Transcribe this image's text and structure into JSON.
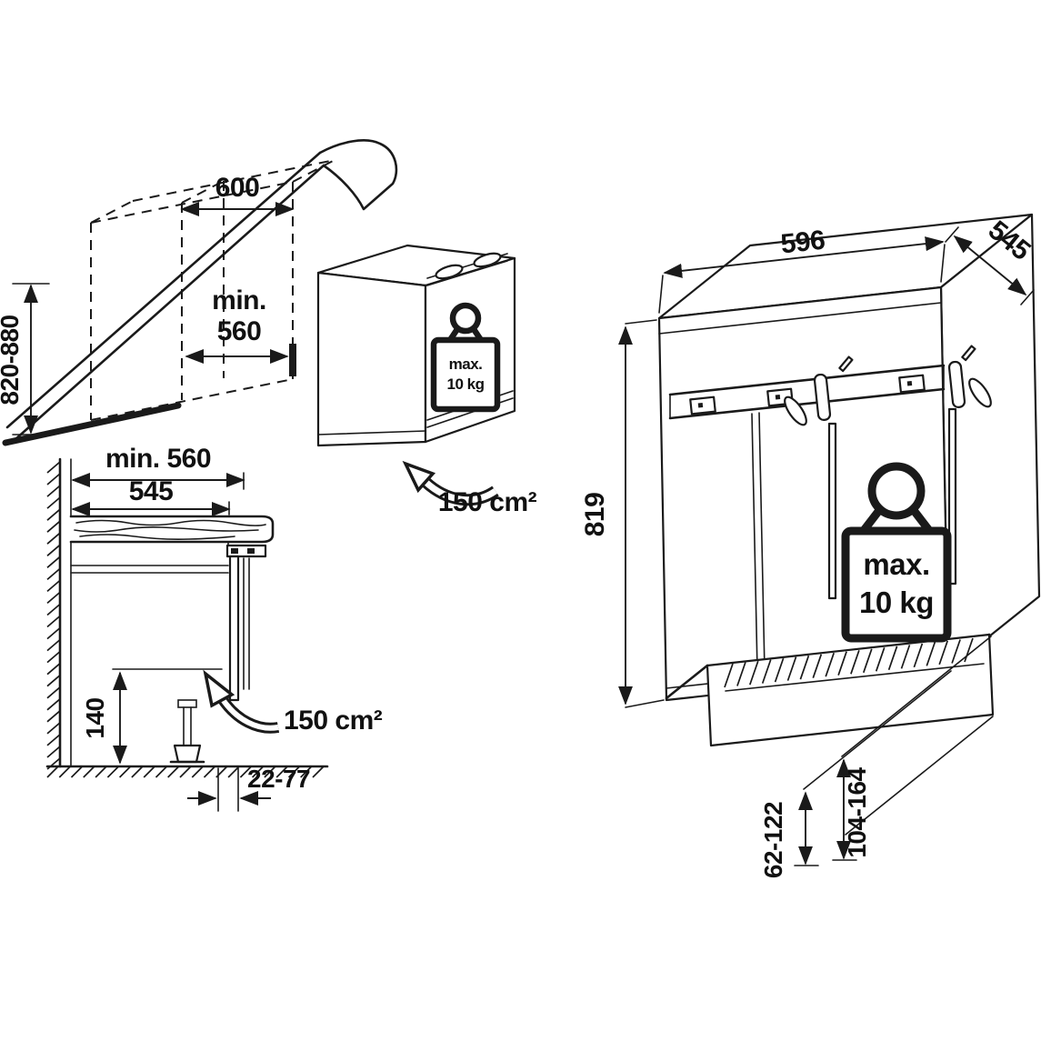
{
  "diagram": {
    "perspective": {
      "niche_width": "600",
      "niche_depth_min_label": "min.",
      "niche_depth_min_value": "560",
      "niche_height_range": "820-880",
      "vent_area": "150 cm²",
      "weight_max_label": "max.",
      "weight_max_value": "10 kg"
    },
    "section": {
      "niche_depth_min": "min. 560",
      "worktop_depth": "545",
      "bottom_clearance": "140",
      "plinth_adjust_range": "22-77",
      "vent_area": "150 cm²"
    },
    "isometric": {
      "appliance_width": "596",
      "appliance_depth": "545",
      "appliance_height": "819",
      "plinth_height_range_1": "62-122",
      "plinth_height_range_2": "104-164",
      "weight_max_label": "max.",
      "weight_max_value": "10 kg"
    }
  }
}
